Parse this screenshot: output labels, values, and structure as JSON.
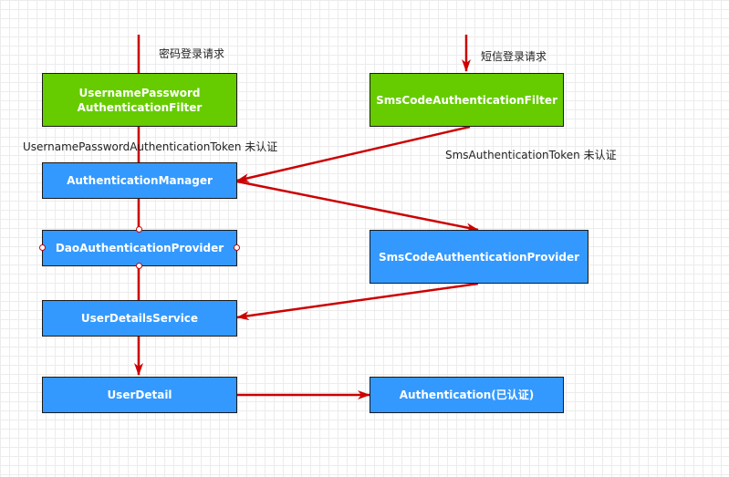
{
  "colors": {
    "arrow": "#cc0000",
    "green_box": "#66cc00",
    "blue_box": "#3399ff"
  },
  "nodes": {
    "username_password_filter": "UsernamePassword\nAuthenticationFilter",
    "sms_code_filter": "SmsCodeAuthenticationFilter",
    "authentication_manager": "AuthenticationManager",
    "dao_provider": "DaoAuthenticationProvider",
    "sms_code_provider": "SmsCodeAuthenticationProvider",
    "user_details_service": "UserDetailsService",
    "user_detail": "UserDetail",
    "authentication": "Authentication(已认证)"
  },
  "labels": {
    "password_login_request": "密码登录请求",
    "sms_login_request": "短信登录请求",
    "username_password_token": "UsernamePasswordAuthenticationToken 未认证",
    "sms_token": "SmsAuthenticationToken 未认证"
  }
}
